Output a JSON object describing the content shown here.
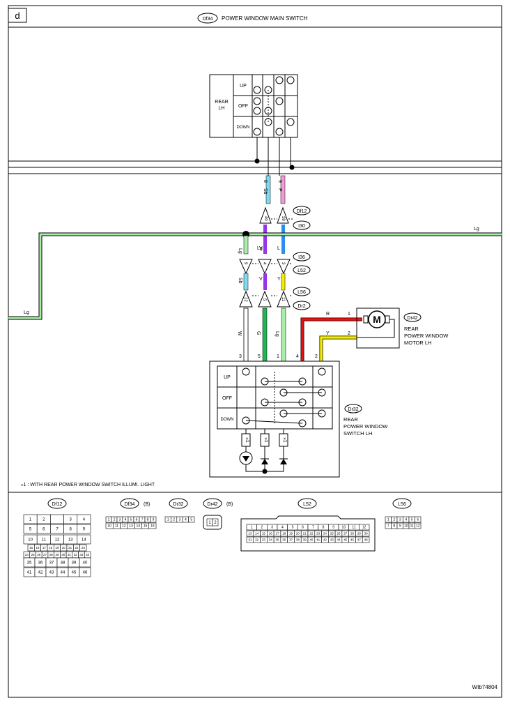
{
  "page": {
    "letter": "d",
    "code_bubble": "Df34",
    "title": "POWER WINDOW MAIN SWITCH",
    "figure_id": "WIb74804",
    "footnote": "⁎1  : WITH REAR POWER WINDOW SWITCH ILLUMI. LIGHT"
  },
  "main_switch": {
    "side_label": [
      "REAR",
      "LH"
    ],
    "positions": [
      "UP",
      "OFF",
      "DOWN"
    ]
  },
  "wires_top": [
    {
      "pin": "8",
      "color_code": "Sb",
      "color": "#7fdcef"
    },
    {
      "pin": "9",
      "color_code": "P",
      "color": "#f29bd6"
    }
  ],
  "connectors": {
    "df12": "Df12",
    "i30": "I30",
    "i36": "I36",
    "l52": "L52",
    "l56": "L56",
    "dr2": "Dr2",
    "dr42": "Dr42",
    "dr32": "Dr32"
  },
  "terminals": {
    "row1": [
      "40",
      "39"
    ],
    "row2": [
      "9",
      "4",
      "3"
    ],
    "row3": [
      "12",
      "5",
      "11"
    ]
  },
  "wire_colors": {
    "lg_bus": "Lg",
    "lg_bus_left": "Lg",
    "mid": [
      "V",
      "L"
    ],
    "row_a": [
      "Lg",
      "V",
      "L"
    ],
    "row_b": [
      "Sb",
      "V",
      "Y"
    ],
    "row_c": [
      "W",
      "G",
      "Lg"
    ],
    "motor": [
      "R",
      "Y"
    ],
    "palette": {
      "lg": "#a8eea8",
      "sb": "#7fdcef",
      "v": "#9933ee",
      "l": "#2a8ef0",
      "y": "#f2ee00",
      "g": "#22b552",
      "r": "#ee1111",
      "p": "#f29bd6"
    }
  },
  "motor": {
    "symbol": "M",
    "pins": [
      "1",
      "2"
    ],
    "label": [
      "REAR",
      "POWER WINDOW",
      "MOTOR LH"
    ]
  },
  "rear_switch": {
    "pins": [
      "3",
      "5",
      "1",
      "4",
      "2"
    ],
    "positions": [
      "UP",
      "OFF",
      "DOWN"
    ],
    "label": [
      "REAR",
      "POWER WINDOW",
      "SWITCH LH"
    ],
    "illumi": [
      "⁎1",
      "⁎1",
      "⁎1"
    ]
  },
  "connector_views": {
    "df12": {
      "name": "Df12",
      "rows": [
        [
          "1",
          "2",
          "",
          "3",
          "4"
        ],
        [
          "5",
          "6",
          "7",
          "8",
          "9"
        ],
        [
          "10",
          "11",
          "12",
          "13",
          "14"
        ],
        [
          "15",
          "16",
          "17",
          "18",
          "19",
          "20",
          "21",
          "22",
          "23"
        ],
        [
          "24",
          "25",
          "26",
          "27",
          "28",
          "29",
          "30",
          "31",
          "32",
          "33",
          "34"
        ],
        [
          "35",
          "36",
          "37",
          "38",
          "39",
          "40"
        ],
        [
          "41",
          "42",
          "43",
          "44",
          "45",
          "46"
        ]
      ]
    },
    "df34": {
      "name": "Df34",
      "suffix": "(B)",
      "rows": [
        [
          "1",
          "2",
          "3",
          "4",
          "5",
          "6",
          "7",
          "8",
          "9"
        ],
        [
          "10",
          "11",
          "12",
          "13",
          "14",
          "15",
          "16"
        ]
      ]
    },
    "dr32": {
      "name": "Dr32",
      "rows": [
        [
          "1",
          "2",
          "3",
          "4",
          "5"
        ]
      ]
    },
    "dr42": {
      "name": "Dr42",
      "suffix": "(B)",
      "rows": [
        [
          "1",
          "2"
        ]
      ]
    },
    "l52": {
      "name": "L52",
      "rows": [
        [
          "1",
          "2",
          "3",
          "4",
          "5",
          "6",
          "7",
          "8",
          "9",
          "10",
          "11",
          "12"
        ],
        [
          "13",
          "14",
          "15",
          "16",
          "17",
          "18",
          "19",
          "20",
          "21",
          "22",
          "23",
          "24",
          "25",
          "26",
          "27",
          "28",
          "29",
          "30"
        ],
        [
          "31",
          "32",
          "33",
          "34",
          "35",
          "36",
          "37",
          "38",
          "39",
          "40",
          "41",
          "42",
          "43",
          "44",
          "45",
          "46",
          "47",
          "48"
        ]
      ]
    },
    "l56": {
      "name": "L56",
      "rows": [
        [
          "1",
          "2",
          "3",
          "4",
          "5",
          "6"
        ],
        [
          "7",
          "8",
          "9",
          "10",
          "11",
          "12"
        ]
      ]
    }
  }
}
